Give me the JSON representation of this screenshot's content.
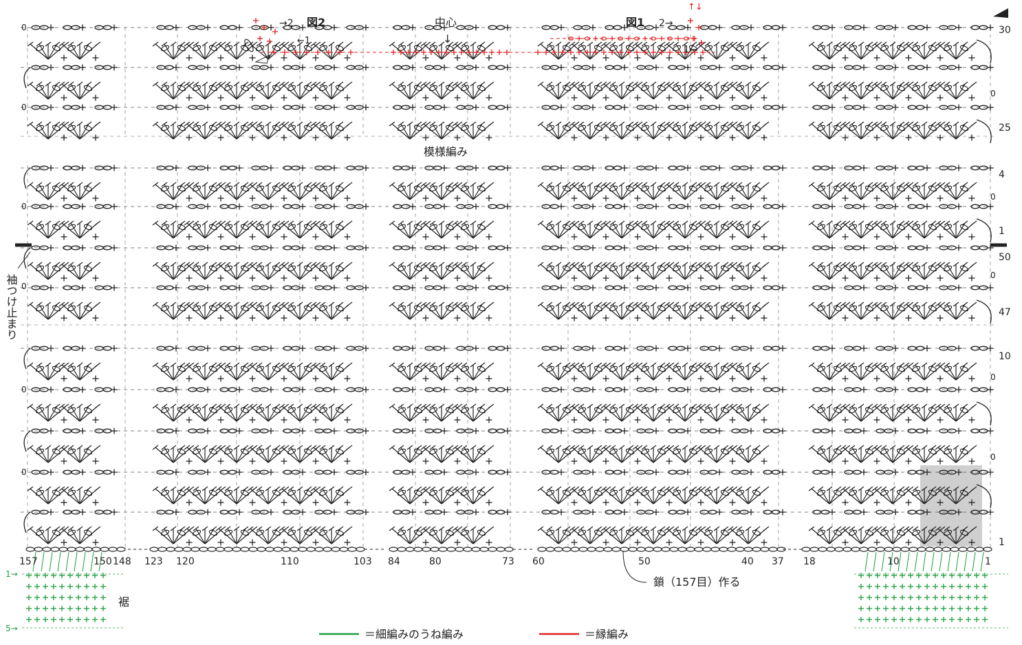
{
  "labels": {
    "fig1": "図1",
    "fig2": "図2",
    "center": "中心",
    "center_arrow": "↓",
    "pattern": "模様編み",
    "sleeve_attach": "袖つけ止まり",
    "hem": "裾",
    "foundation_chain": "鎖（157目）作る",
    "fig1_row2": "2→",
    "fig1_row1": "1←",
    "fig2_row2": "→2",
    "fig2_row1": "←1",
    "hem_row1": "1→",
    "hem_row5": "5→"
  },
  "row_numbers": [
    {
      "id": "r30",
      "text": "30"
    },
    {
      "id": "r25",
      "text": "25"
    },
    {
      "id": "r4",
      "text": "4"
    },
    {
      "id": "r1a",
      "text": "1"
    },
    {
      "id": "r50",
      "text": "50"
    },
    {
      "id": "r47",
      "text": "47"
    },
    {
      "id": "r10",
      "text": "10"
    },
    {
      "id": "r1",
      "text": "1"
    }
  ],
  "stitch_numbers": [
    "157",
    "150",
    "148",
    "123",
    "120",
    "110",
    "103",
    "84",
    "80",
    "73",
    "60",
    "50",
    "40",
    "37",
    "18",
    "10",
    "1"
  ],
  "legend": [
    {
      "text": "＝細編みのうね編み",
      "color": "#1e9e3e"
    },
    {
      "text": "＝縁編み",
      "color": "#e02020"
    }
  ],
  "colors": {
    "ink": "#222222",
    "green": "#1e9e3e",
    "red": "#e02020",
    "highlight": "#cfcfcf"
  }
}
